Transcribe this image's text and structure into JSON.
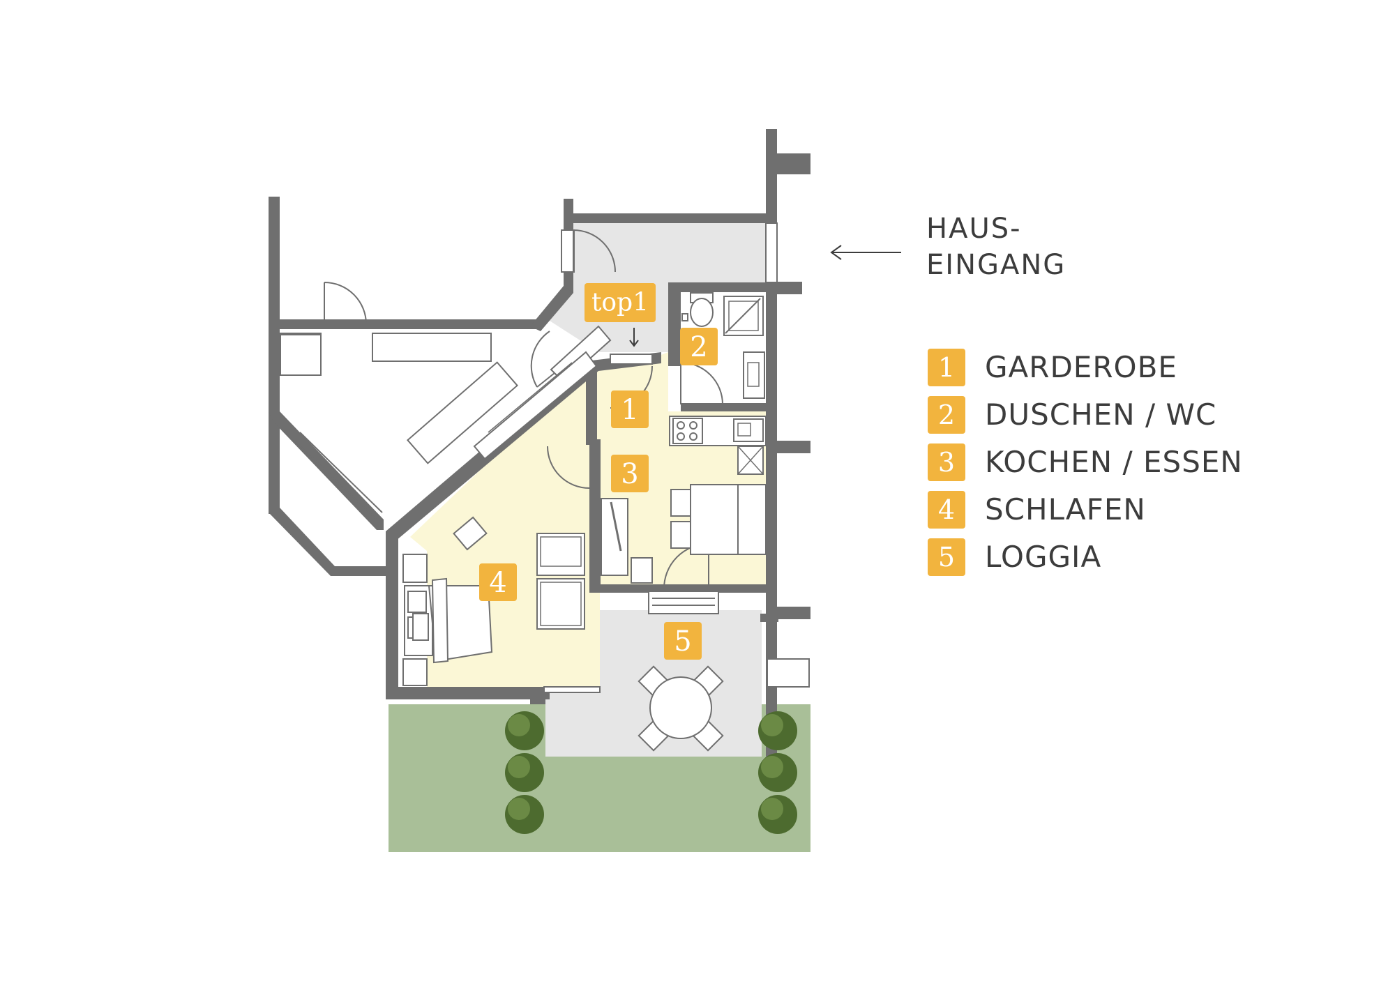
{
  "apartment_label": "top1",
  "entrance": {
    "line1": "HAUS-",
    "line2": "EINGANG"
  },
  "rooms": [
    {
      "number": "1",
      "name": "GARDEROBE"
    },
    {
      "number": "2",
      "name": "DUSCHEN / WC"
    },
    {
      "number": "3",
      "name": "KOCHEN / ESSEN"
    },
    {
      "number": "4",
      "name": "SCHLAFEN"
    },
    {
      "number": "5",
      "name": "LOGGIA"
    }
  ],
  "colors": {
    "badge": "#f2b43e",
    "wall": "#6f6f6f",
    "apartment_floor": "#fbf7d6",
    "common_floor": "#e6e6e6",
    "garden": "#a9bf98",
    "text": "#3c3c3c"
  },
  "icons": [
    "arrow-left-icon",
    "tree-icon",
    "bed-icon",
    "stove-icon",
    "sink-icon",
    "toilet-icon",
    "shower-icon",
    "table-icon"
  ]
}
